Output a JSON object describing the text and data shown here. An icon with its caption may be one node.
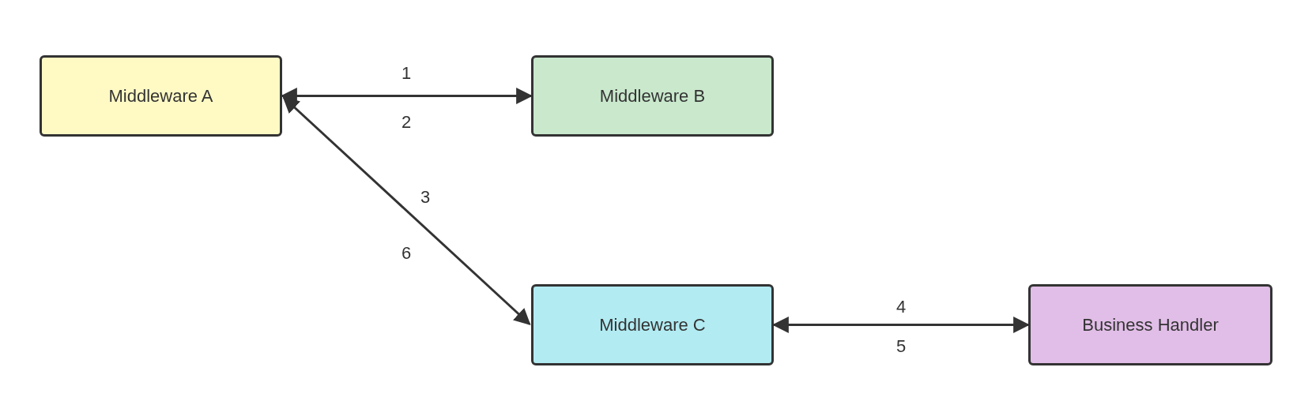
{
  "diagram": {
    "nodes": [
      {
        "text": [
          "Middleware A"
        ]
      },
      {
        "text": [
          "Middleware B"
        ]
      },
      {
        "text": [
          "Middleware C"
        ]
      },
      {
        "text": [
          "Business Handler"
        ]
      }
    ],
    "edges": [
      {
        "from": 0,
        "to": 1,
        "arrow": "both"
      },
      {
        "from": 0,
        "to": 2,
        "arrow": "both"
      },
      {
        "from": 2,
        "to": 3,
        "arrow": "both"
      }
    ],
    "labels": [
      "1",
      "2",
      "3",
      "6",
      "4",
      "5"
    ]
  }
}
